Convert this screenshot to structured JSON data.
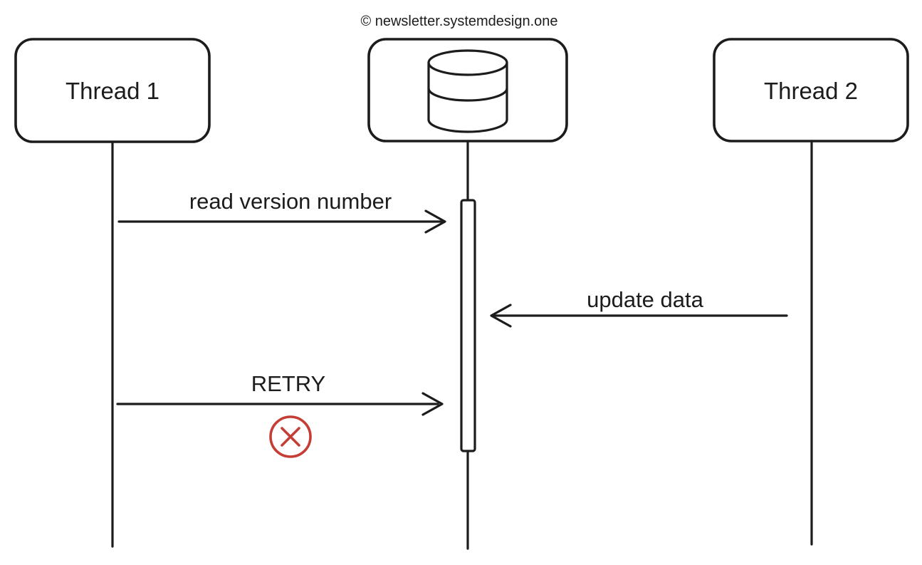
{
  "header": {
    "watermark": "© newsletter.systemdesign.one"
  },
  "diagram": {
    "type": "sequence-diagram",
    "participants": [
      {
        "id": "thread1",
        "label": "Thread 1",
        "kind": "actor-box"
      },
      {
        "id": "database",
        "label": "",
        "kind": "database",
        "icon": "database-icon"
      },
      {
        "id": "thread2",
        "label": "Thread 2",
        "kind": "actor-box"
      }
    ],
    "messages": [
      {
        "label": "read version number",
        "from": "thread1",
        "to": "database",
        "direction": "right"
      },
      {
        "label": "update data",
        "from": "thread2",
        "to": "database",
        "direction": "left"
      },
      {
        "label": "RETRY",
        "from": "thread1",
        "to": "database",
        "direction": "right",
        "status": "failed",
        "status_icon": "error-x-icon"
      }
    ],
    "activation": {
      "lifeline": "database",
      "note": "activation bar on database lifeline spanning read to retry"
    },
    "colors": {
      "ink": "#1c1c1c",
      "error": "#c43e36",
      "background": "#ffffff"
    }
  }
}
